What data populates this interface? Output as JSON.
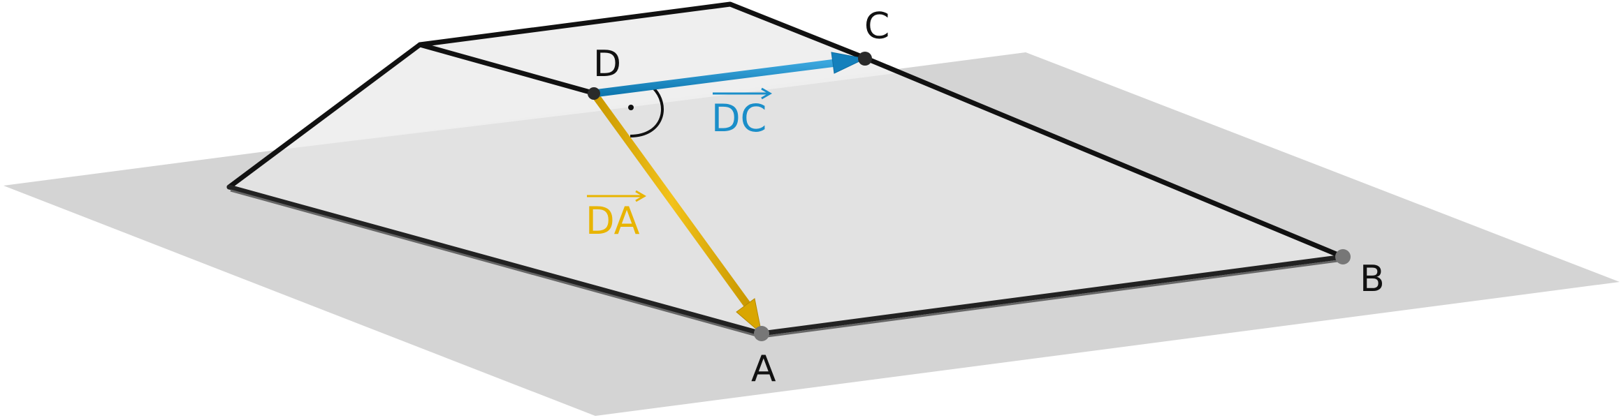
{
  "points": {
    "A": "A",
    "B": "B",
    "C": "C",
    "D": "D"
  },
  "vectors": {
    "DC": {
      "label": "DC",
      "color": "#1a8ec9"
    },
    "DA": {
      "label": "DA",
      "color": "#e8b400"
    }
  },
  "colors": {
    "plane": "#d4d4d4",
    "face": "#e4e4e4",
    "face_upper": "#efefef",
    "edge": "#111111"
  },
  "right_angle_marker": "right-angle-dot"
}
